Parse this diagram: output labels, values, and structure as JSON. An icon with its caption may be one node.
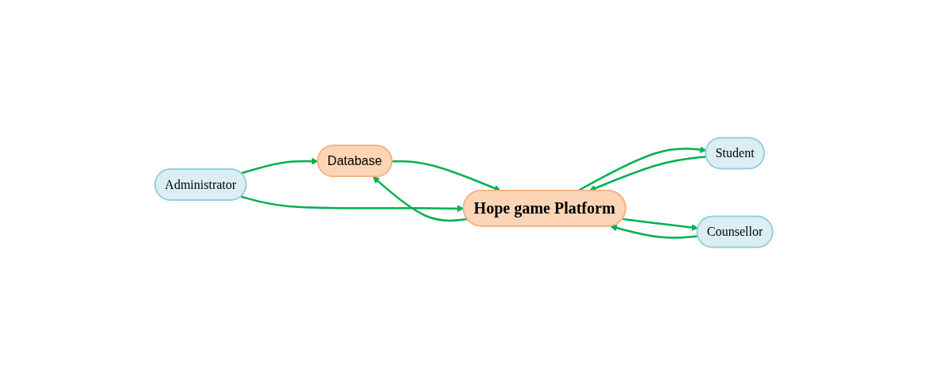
{
  "diagram": {
    "nodes": [
      {
        "text": [
          "Database"
        ]
      },
      {
        "text": [
          "Administrator"
        ]
      },
      {
        "text": [
          "Student"
        ]
      },
      {
        "text": [
          "Hope game Platform"
        ]
      },
      {
        "text": [
          "Counsellor"
        ]
      }
    ],
    "edges": [
      {
        "from": 1,
        "to": 0,
        "arrow": "to"
      },
      {
        "from": 0,
        "to": 3,
        "arrow": "to"
      },
      {
        "from": 3,
        "to": 0,
        "arrow": "to"
      },
      {
        "from": 2,
        "to": 3,
        "arrow": "to"
      },
      {
        "from": 1,
        "to": 3,
        "arrow": "to"
      },
      {
        "from": 3,
        "to": 2,
        "arrow": "to"
      },
      {
        "from": 3,
        "to": 4,
        "arrow": "to"
      },
      {
        "from": 4,
        "to": 3,
        "arrow": "to"
      }
    ]
  }
}
